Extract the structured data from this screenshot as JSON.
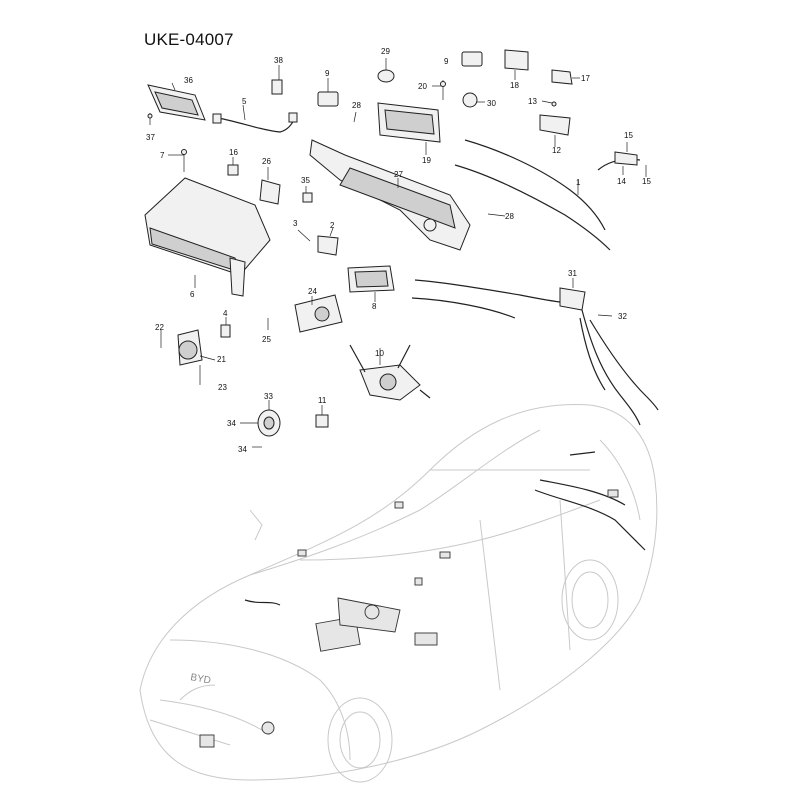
{
  "diagram": {
    "code": "UKE-04007",
    "callouts": [
      "1",
      "2",
      "3",
      "4",
      "5",
      "6",
      "7",
      "8",
      "9",
      "9",
      "10",
      "11",
      "12",
      "13",
      "14",
      "15",
      "15",
      "16",
      "17",
      "18",
      "19",
      "20",
      "21",
      "22",
      "23",
      "24",
      "25",
      "26",
      "27",
      "28",
      "28",
      "29",
      "30",
      "31",
      "32",
      "33",
      "34",
      "34",
      "35",
      "36",
      "37",
      "38"
    ],
    "brand_mark": "BYD"
  }
}
